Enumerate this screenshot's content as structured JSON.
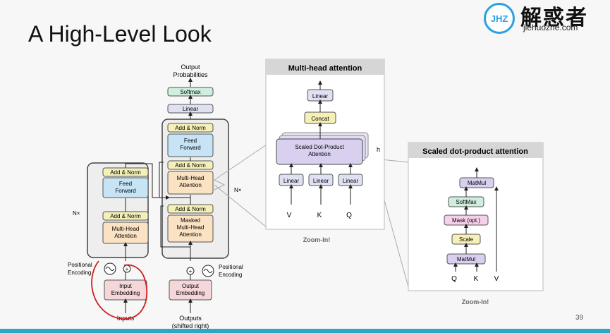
{
  "slide": {
    "title": "A High-Level Look",
    "page_number": "39"
  },
  "logo": {
    "badge": "JHZ",
    "cn_name": "解惑者",
    "url": "jiehuozhe.com"
  },
  "transformer": {
    "output_probabilities": [
      "Output",
      "Probabilities"
    ],
    "softmax": "Softmax",
    "linear": "Linear",
    "add_norm": "Add & Norm",
    "feed_forward": [
      "Feed",
      "Forward"
    ],
    "multi_head_attention": [
      "Multi-Head",
      "Attention"
    ],
    "masked_multi_head_attention": [
      "Masked",
      "Multi-Head",
      "Attention"
    ],
    "input_embedding": [
      "Input",
      "Embedding"
    ],
    "output_embedding": [
      "Output",
      "Embedding"
    ],
    "positional_encoding": [
      "Positional",
      "Encoding"
    ],
    "inputs": "Inputs",
    "outputs": [
      "Outputs",
      "(shifted right)"
    ],
    "nx_label": "N×"
  },
  "multihead_panel": {
    "title": "Multi-head attention",
    "linear": "Linear",
    "concat": "Concat",
    "sdpa": [
      "Scaled Dot-Product",
      "Attention"
    ],
    "h": "h",
    "inputs": [
      "V",
      "K",
      "Q"
    ],
    "caption": "Zoom-In!"
  },
  "sdpa_panel": {
    "title": "Scaled dot-product attention",
    "matmul": "MatMul",
    "softmax": "SoftMax",
    "mask": "Mask (opt.)",
    "scale": "Scale",
    "inputs": [
      "Q",
      "K",
      "V"
    ],
    "caption": "Zoom-In!"
  },
  "colors": {
    "add_norm": "#f3f0b8",
    "feed_forward": "#c6e4f5",
    "attention": "#fbe2c2",
    "embedding": "#f6d7d9",
    "linear": "#dfe0f2",
    "softmax": "#cfeedd",
    "concat": "#f6f0b6",
    "matmul": "#d9d0f0",
    "mask": "#f6d0ea",
    "panel_header": "#d6d6d6",
    "annotation": "#d11c1c"
  }
}
